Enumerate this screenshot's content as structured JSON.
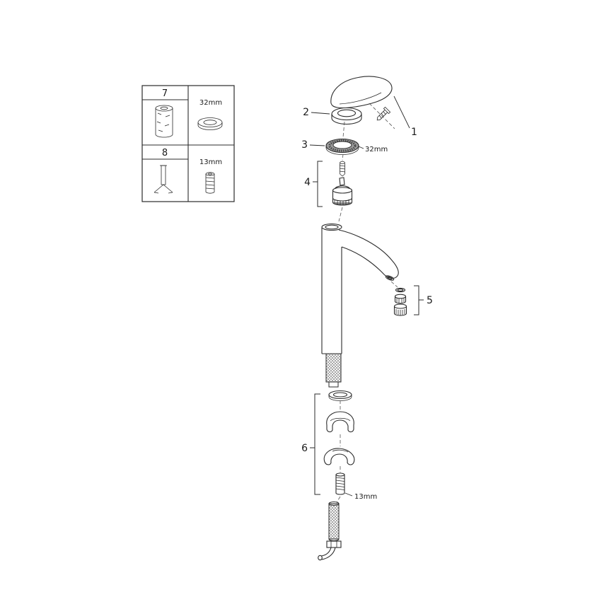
{
  "parts_table": {
    "rows": [
      {
        "number": "7",
        "size": "32mm"
      },
      {
        "number": "8",
        "size": "13mm"
      }
    ]
  },
  "callouts": {
    "n1": "1",
    "n2": "2",
    "n3": "3",
    "n4": "4",
    "n5": "5",
    "n6": "6"
  },
  "dimensions": {
    "ring": "32mm",
    "stud": "13mm"
  }
}
